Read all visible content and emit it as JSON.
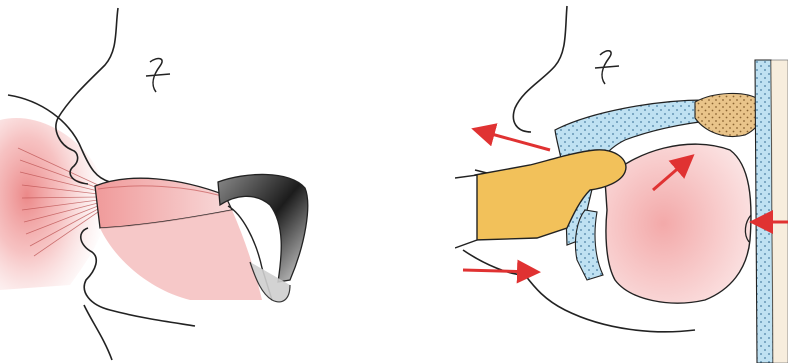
{
  "figure": {
    "panels": [
      {
        "id": "left",
        "subject": "breastfeeding-latch-profile"
      },
      {
        "id": "right",
        "subject": "bottle-nipple-oral-cross-section"
      }
    ],
    "colors": {
      "outline": "#222222",
      "breast_pink": "#f2a2a2",
      "breast_center": "#e87474",
      "tongue_pink": "#f6c9c9",
      "nipple_shadow_dark": "#1c1c1c",
      "bottle_nipple_yellow": "#f2c15a",
      "palate_blue": "#bfe1f2",
      "fat_pad_tan": "#e9c48a",
      "arrow_red": "#e03232"
    },
    "icons": [
      "red-arrow-icon"
    ]
  }
}
